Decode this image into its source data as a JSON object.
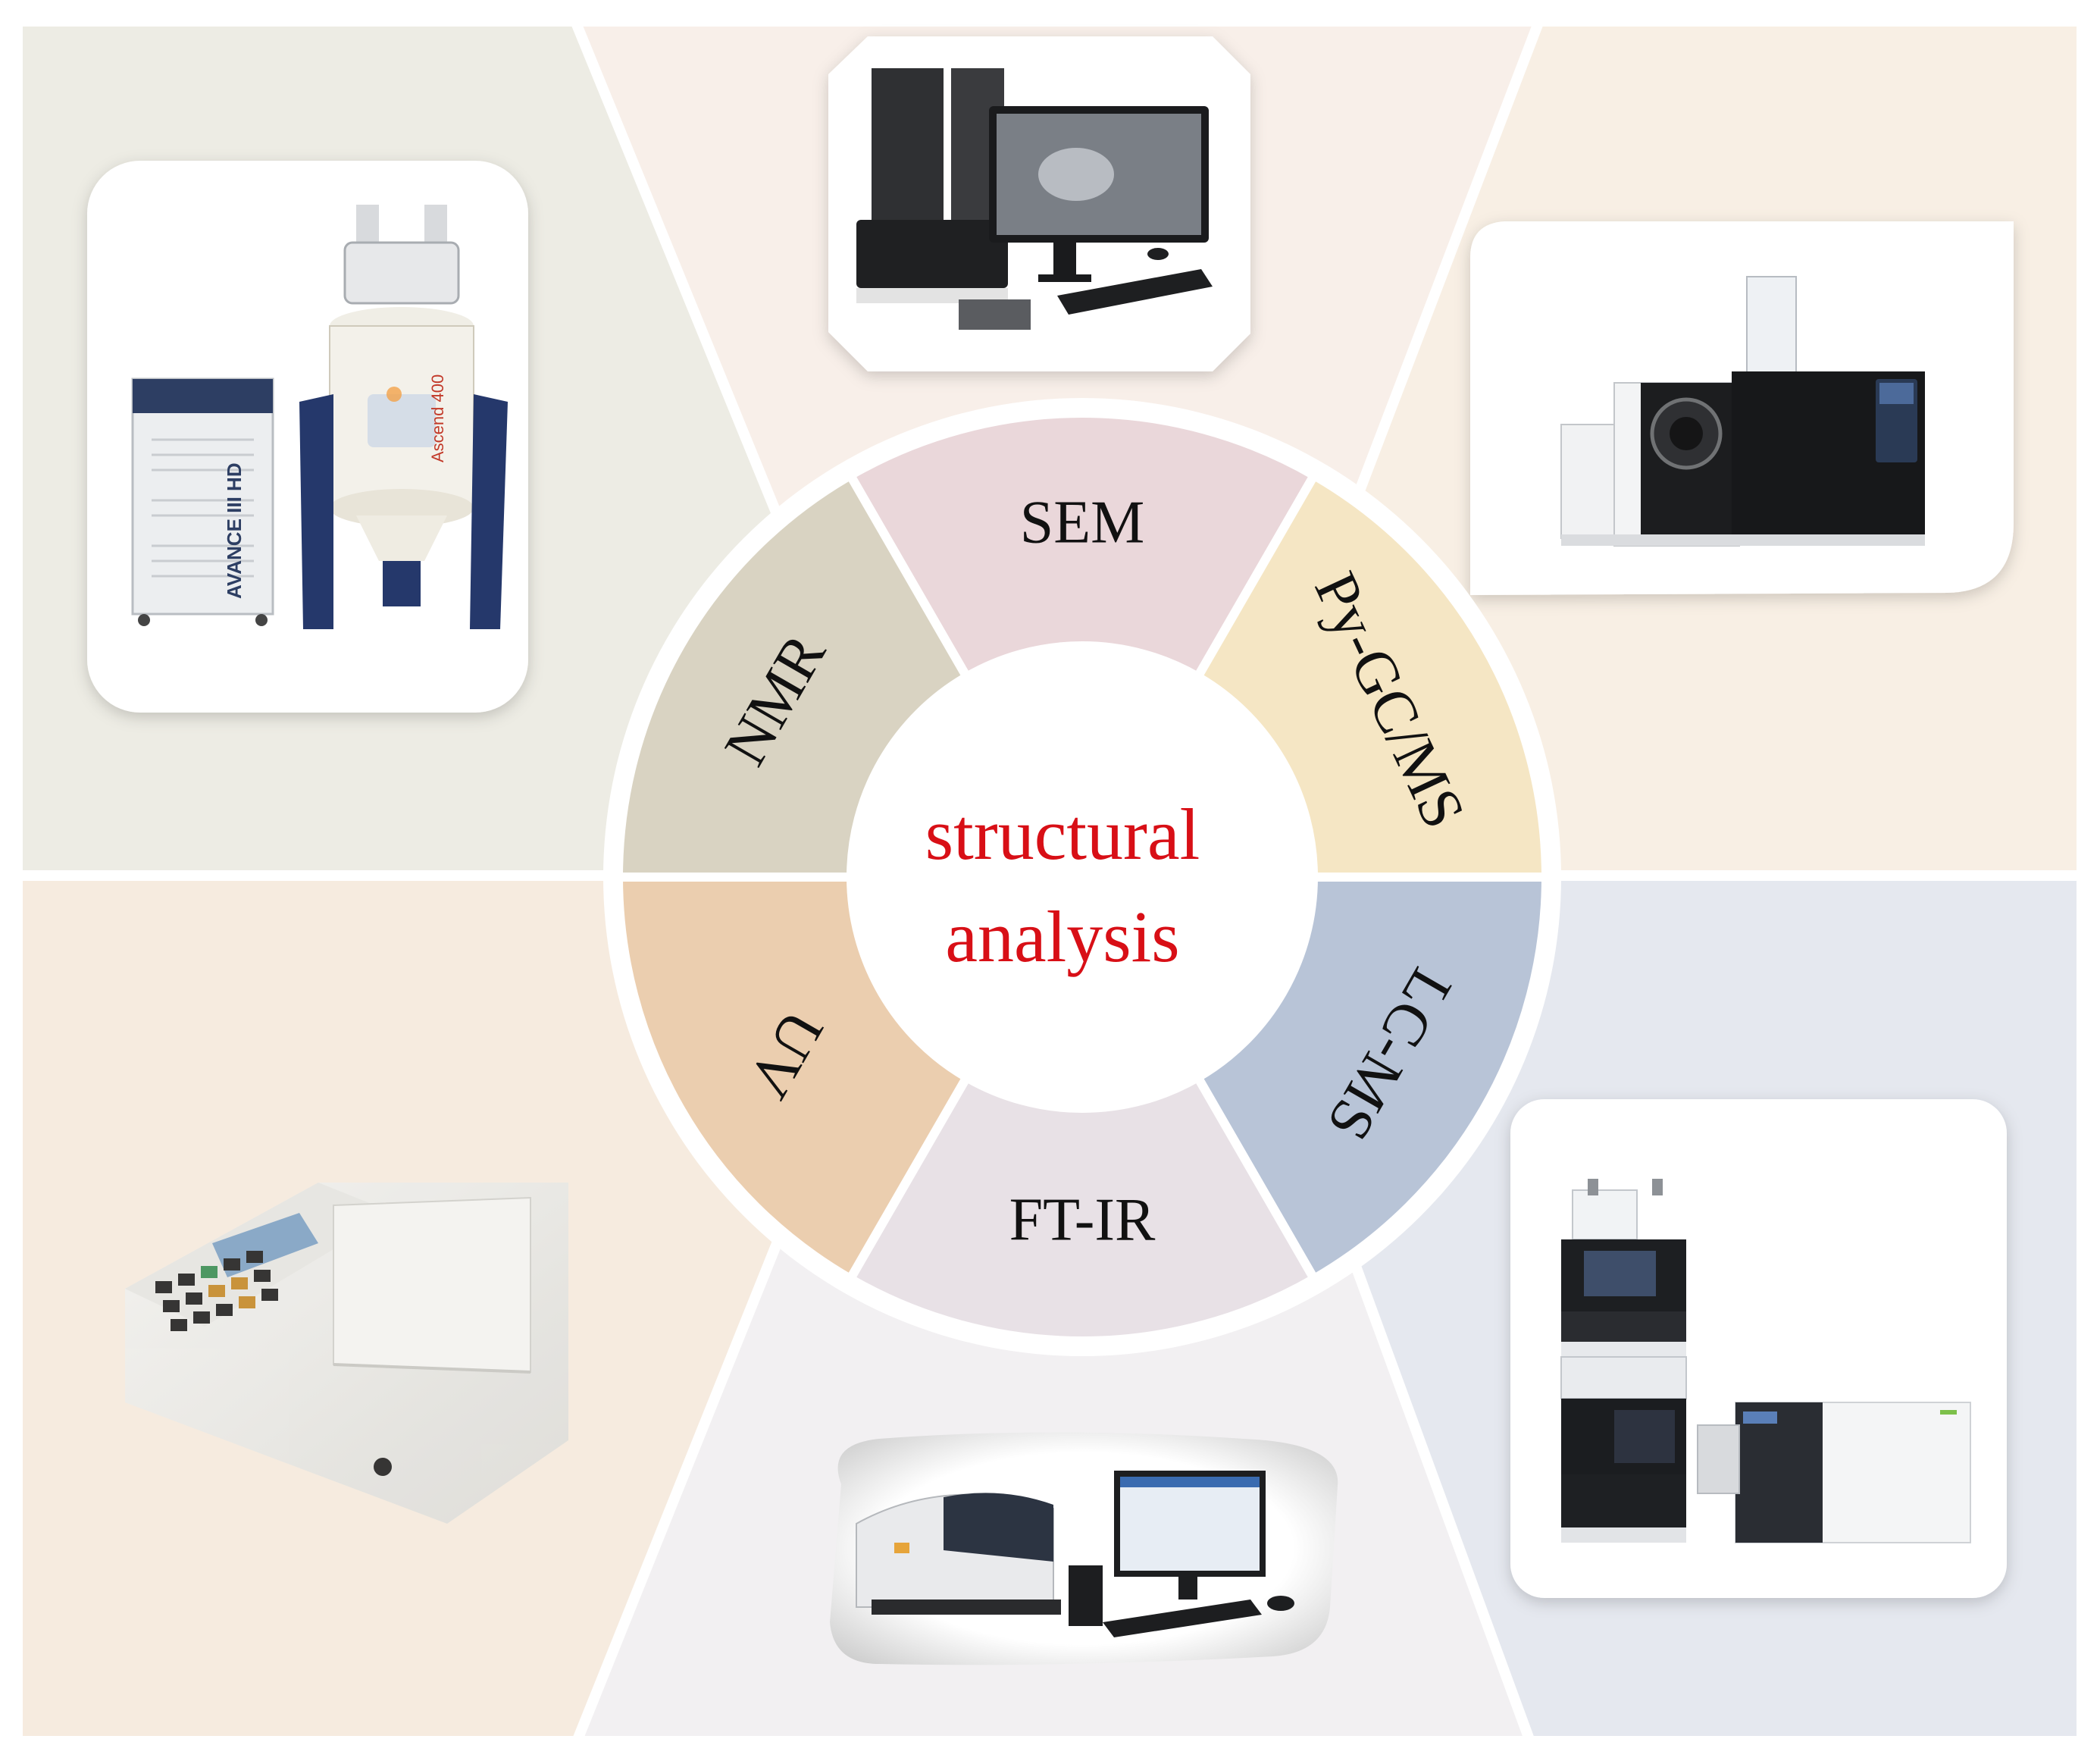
{
  "center": {
    "line1": "structural",
    "line2": "analysis"
  },
  "techniques": [
    {
      "id": "sem",
      "label": "SEM",
      "color": "#ead7da"
    },
    {
      "id": "pygc",
      "label": "Py-GC/MS",
      "color": "#f5e6c4"
    },
    {
      "id": "lcms",
      "label": "LC-MS",
      "color": "#b8c4d7"
    },
    {
      "id": "ftir",
      "label": "FT-IR",
      "color": "#e8e1e6"
    },
    {
      "id": "uv",
      "label": "UV",
      "color": "#ebceaf"
    },
    {
      "id": "nmr",
      "label": "NMR",
      "color": "#d9d3c2"
    }
  ],
  "instruments": {
    "nmr_console_label": "AVANCE III HD",
    "nmr_magnet_label": "Ascend 400",
    "sem_display_icon": "sem-monitor-image",
    "uv_keypad_icon": "keypad-icon"
  },
  "background": {
    "top_left": "#edece4",
    "top": "#f8efe9",
    "top_right": "#f8efe4",
    "bottom_right": "#e5e8ef",
    "bottom": "#f2f0f2",
    "bottom_left": "#f6ebdf"
  }
}
